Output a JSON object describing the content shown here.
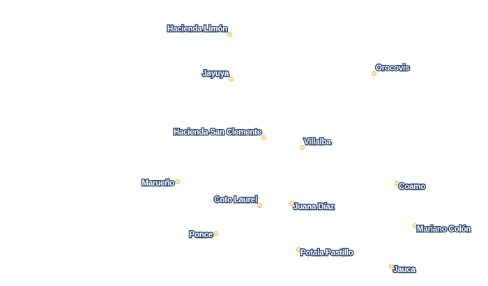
{
  "map": {
    "places": [
      {
        "id": "hacienda-limon",
        "name": "Hacienda Limón"
      },
      {
        "id": "jayuya",
        "name": "Jayuya"
      },
      {
        "id": "orocovis",
        "name": "Orocovis"
      },
      {
        "id": "hacienda-san-clemente",
        "name": "Hacienda San Clemente"
      },
      {
        "id": "villalba",
        "name": "Villalba"
      },
      {
        "id": "marueno",
        "name": "Marueño"
      },
      {
        "id": "coamo",
        "name": "Coamo"
      },
      {
        "id": "coto-laurel",
        "name": "Coto Laurel"
      },
      {
        "id": "juana-diaz",
        "name": "Juana Díaz"
      },
      {
        "id": "mariano-colon",
        "name": "Mariano Colón"
      },
      {
        "id": "ponce",
        "name": "Ponce"
      },
      {
        "id": "potala-pastillo",
        "name": "Potala Pastillo"
      },
      {
        "id": "jauca",
        "name": "Jauca"
      }
    ],
    "colors": {
      "label_halo": "#2f4872",
      "label_text": "#ffffff",
      "marker_fill": "#fde9b8",
      "marker_stroke": "#f0b94a"
    }
  }
}
